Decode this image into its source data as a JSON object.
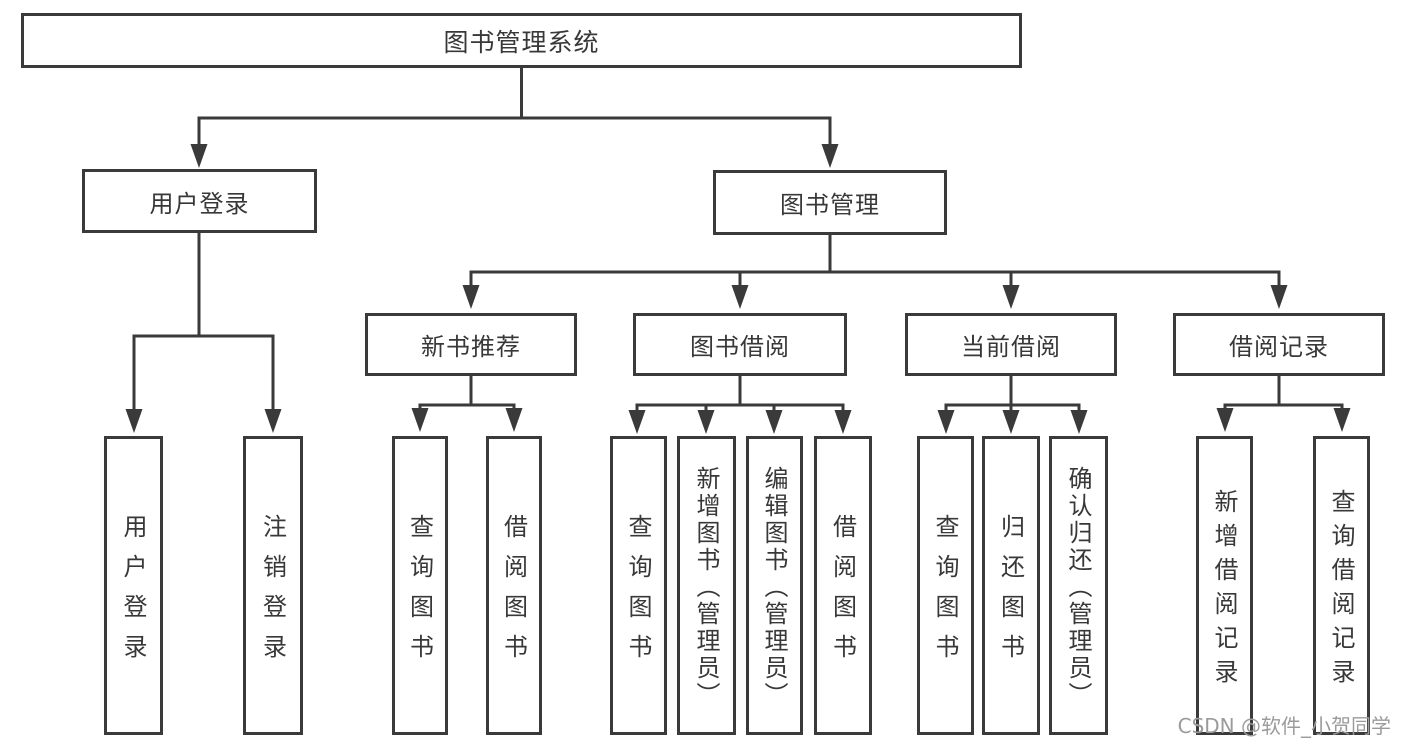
{
  "diagram": {
    "type": "hierarchy",
    "colors": {
      "line": "#3a3a3a",
      "box_border": "#3a3a3a",
      "box_fill": "#ffffff",
      "text": "#383838",
      "watermark": "#9b9b9b",
      "background": "#ffffff"
    },
    "watermark": "CSDN @软件_小贺同学"
  },
  "tree": {
    "label": "图书管理系统",
    "children": [
      {
        "label": "用户登录",
        "children": [
          {
            "label": "用户登录"
          },
          {
            "label": "注销登录"
          }
        ]
      },
      {
        "label": "图书管理",
        "children": [
          {
            "label": "新书推荐",
            "children": [
              {
                "label": "查询图书"
              },
              {
                "label": "借阅图书"
              }
            ]
          },
          {
            "label": "图书借阅",
            "children": [
              {
                "label": "查询图书"
              },
              {
                "label": "新增图书（管理员）"
              },
              {
                "label": "编辑图书（管理员）"
              },
              {
                "label": "借阅图书"
              }
            ]
          },
          {
            "label": "当前借阅",
            "children": [
              {
                "label": "查询图书"
              },
              {
                "label": "归还图书"
              },
              {
                "label": "确认归还（管理员）"
              }
            ]
          },
          {
            "label": "借阅记录",
            "children": [
              {
                "label": "新增借阅记录"
              },
              {
                "label": "查询借阅记录"
              }
            ]
          }
        ]
      }
    ]
  }
}
